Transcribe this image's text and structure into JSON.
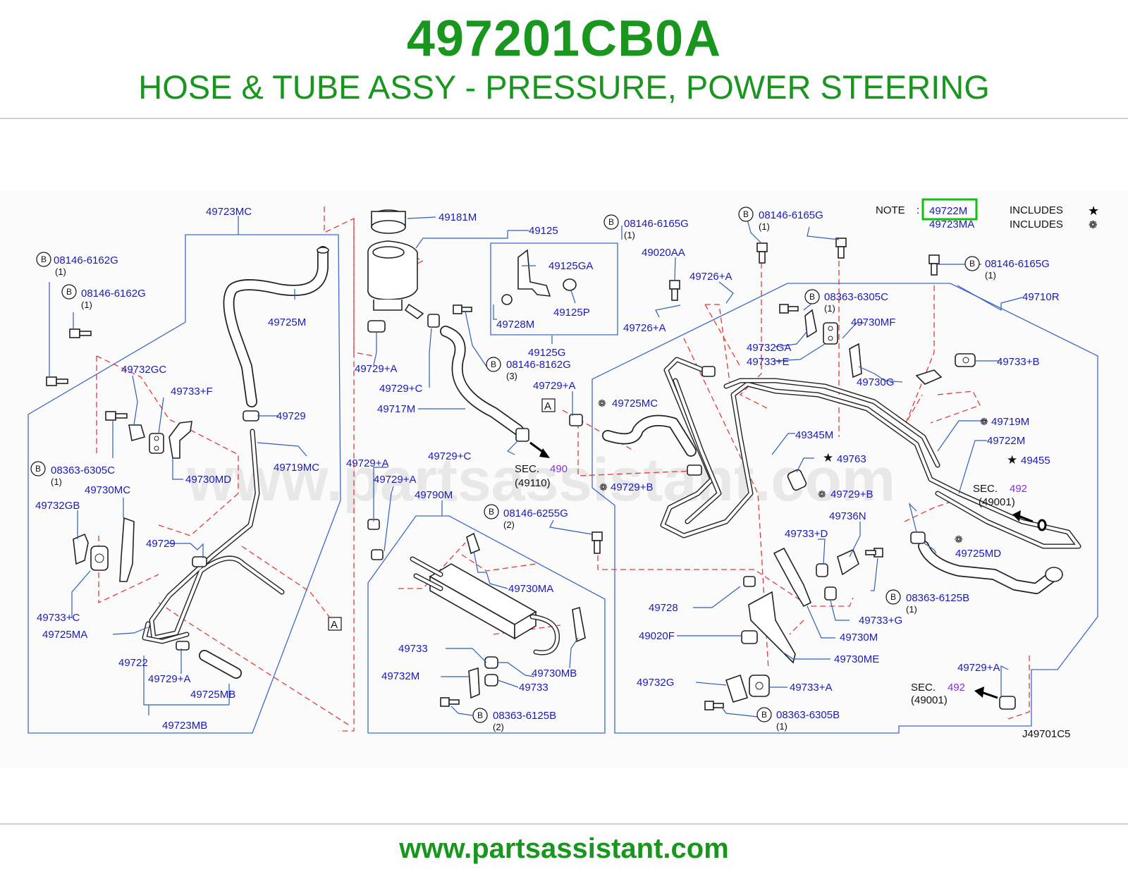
{
  "header": {
    "part_number": "497201CB0A",
    "title": "HOSE & TUBE ASSY - PRESSURE, POWER STEERING"
  },
  "footer": {
    "url": "www.partsassistant.com"
  },
  "watermark": "www.partsassistant.com",
  "colors": {
    "brand_green": "#18961e",
    "label_blue": "#1a1ab4",
    "dash_red": "#e23a3a",
    "section_purple": "#8a2be2",
    "highlight_box": "#10c010"
  },
  "note": {
    "label": "NOTE",
    "colon": ":",
    "highlighted_part": "49722M",
    "second_part": "49723MA",
    "includes_1": "INCLUDES",
    "includes_2": "INCLUDES",
    "symbol_1": "star-icon",
    "symbol_2": "flower-icon"
  },
  "diagram_code": "J49701C5",
  "bolt_symbol": "B",
  "ref_marker": "A",
  "sections": [
    {
      "prefix": "SEC.",
      "number": "490",
      "ref": "(49110)"
    },
    {
      "prefix": "SEC.",
      "number": "492",
      "ref": "(49001)"
    },
    {
      "prefix": "SEC.",
      "number": "492",
      "ref": "(49001)"
    }
  ],
  "labels": {
    "p49723MC": "49723MC",
    "p49181M": "49181M",
    "p49125": "49125",
    "p08146_6165G_a": "08146-6165G",
    "p08146_6165G_b": "08146-6165G",
    "p08146_6165G_c": "08146-6165G",
    "q08146_6165G_a": "(1)",
    "q08146_6165G_b": "(1)",
    "q08146_6165G_c": "(1)",
    "p08146_6162G_a": "08146-6162G",
    "p08146_6162G_b": "08146-6162G",
    "q08146_6162G_a": "(1)",
    "q08146_6162G_b": "(1)",
    "p49125GA": "49125GA",
    "p49020AA": "49020AA",
    "p49726A_a": "49726+A",
    "p49726A_b": "49726+A",
    "p49710R": "49710R",
    "p08363_6305C_a": "08363-6305C",
    "q08363_6305C_a": "(1)",
    "p49725M": "49725M",
    "p49125P": "49125P",
    "p49728M": "49728M",
    "p49730MF": "49730MF",
    "p49125G": "49125G",
    "p49732GA": "49732GA",
    "p49733E": "49733+E",
    "p49733B": "49733+B",
    "p49729A_a": "49729+A",
    "p08146_8162G": "08146-8162G",
    "q08146_8162G": "(3)",
    "p49732GC": "49732GC",
    "p49733F": "49733+F",
    "p49729C_a": "49729+C",
    "p49729A_b": "49729+A",
    "p49730G": "49730G",
    "p49725MC": "49725MC",
    "p49717M": "49717M",
    "p49729": "49729",
    "p49719M": "49719M",
    "p49345M": "49345M",
    "p49722M": "49722M",
    "p08363_6305C_b": "08363-6305C",
    "q08363_6305C_b": "(1)",
    "p49729C_b": "49729+C",
    "p49763": "49763",
    "p49455": "49455",
    "p49730MD": "49730MD",
    "p49719MC": "49719MC",
    "p49729A_c": "49729+A",
    "p49729A_d": "49729+A",
    "p49729B_a": "49729+B",
    "p49729B_b": "49729+B",
    "p49730MC": "49730MC",
    "p49790M": "49790M",
    "p49732GB": "49732GB",
    "p08146_6255G": "08146-6255G",
    "q08146_6255G": "(2)",
    "p49736N": "49736N",
    "p49729_b": "49729",
    "p49733D": "49733+D",
    "p49725MD": "49725MD",
    "p49730MA": "49730MA",
    "p08363_6125B_a": "08363-6125B",
    "q08363_6125B_a": "(1)",
    "p49728": "49728",
    "p49733C": "49733+C",
    "p49733G": "49733+G",
    "p49725MA": "49725MA",
    "p49730M": "49730M",
    "p49020F": "49020F",
    "p49733_a": "49733",
    "p49730ME": "49730ME",
    "p49730MB": "49730MB",
    "p49722": "49722",
    "p49732M": "49732M",
    "p49729A_e": "49729+A",
    "p49729A_f": "49729+A",
    "p49733_b": "49733",
    "p49732G": "49732G",
    "p49733A": "49733+A",
    "p49725MB": "49725MB",
    "p08363_6125B_b": "08363-6125B",
    "q08363_6125B_b": "(2)",
    "p08363_6305B": "08363-6305B",
    "q08363_6305B": "(1)",
    "p49723MB": "49723MB"
  }
}
